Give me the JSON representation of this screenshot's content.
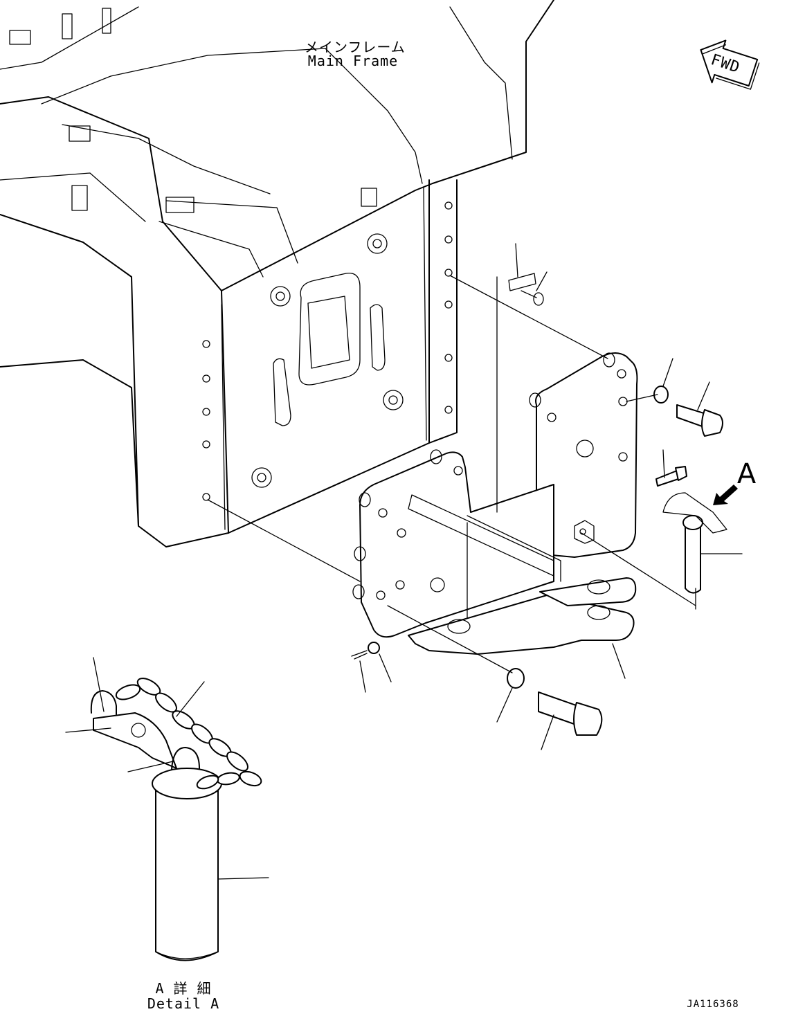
{
  "labels": {
    "main_frame_jp": "メインフレーム",
    "main_frame_en": "Main Frame",
    "fwd": "FWD",
    "view_letter": "A",
    "detail_jp": "A 詳 細",
    "detail_en": "Detail A",
    "drawing_id": "JA116368"
  },
  "colors": {
    "line": "#000000",
    "background": "#ffffff"
  }
}
